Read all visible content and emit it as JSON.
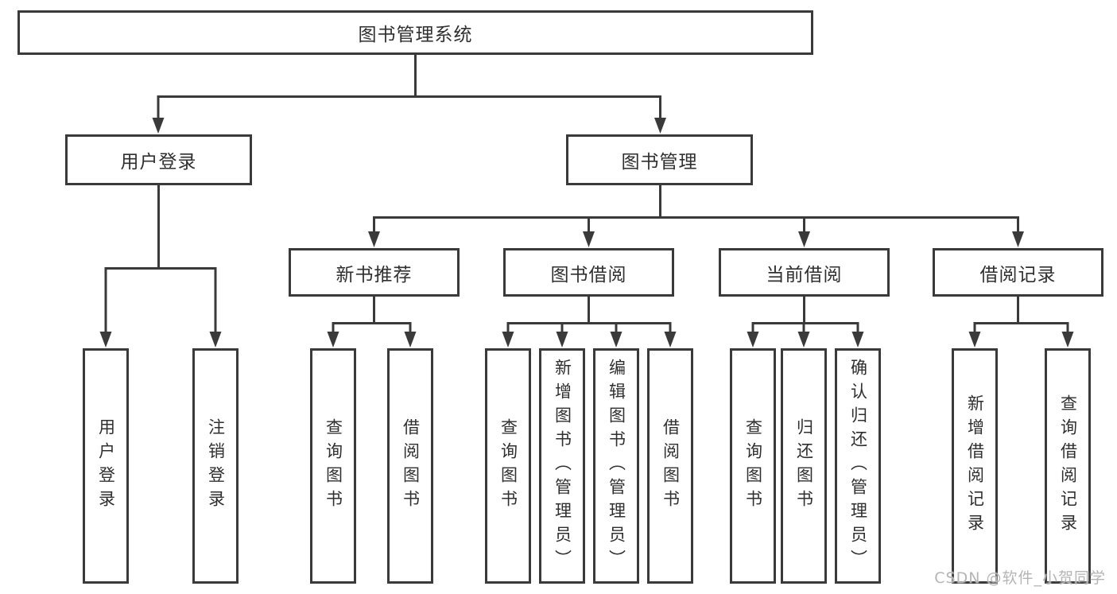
{
  "diagram": {
    "title": "图书管理系统",
    "nodes": {
      "root": "图书管理系统",
      "user_login": "用户登录",
      "book_mgmt": "图书管理",
      "new_rec": "新书推荐",
      "book_borrow": "图书借阅",
      "current_borrow": "当前借阅",
      "borrow_record": "借阅记录",
      "leaves": {
        "user_login": [
          "用户登录",
          "注销登录"
        ],
        "new_rec": [
          "查询图书",
          "借阅图书"
        ],
        "book_borrow": [
          "查询图书",
          "新增图书（管理员）",
          "编辑图书（管理员）",
          "借阅图书"
        ],
        "current_borrow": [
          "查询图书",
          "归还图书",
          "确认归还（管理员）"
        ],
        "borrow_record": [
          "新增借阅记录",
          "查询借阅记录"
        ]
      }
    },
    "colors": {
      "line": "#3a3a3a",
      "text": "#2f2f2f",
      "box_fill": "#ffffff",
      "background": "#ffffff",
      "watermark": "#b5b5b5"
    },
    "watermark": "CSDN @软件_小贺同学"
  }
}
